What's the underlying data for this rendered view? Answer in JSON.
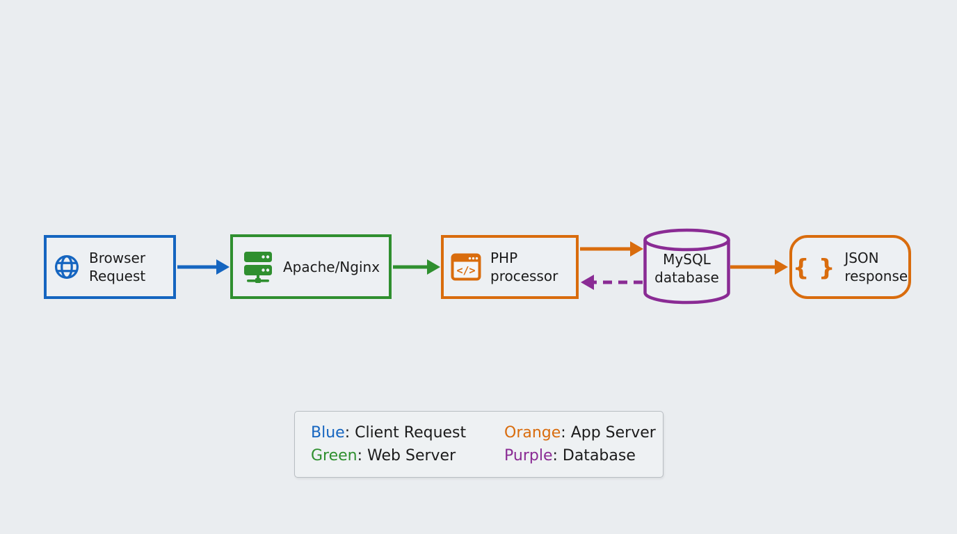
{
  "colors": {
    "blue": "#1565c0",
    "green": "#2f8f2f",
    "orange": "#d96c0d",
    "purple": "#8a2b94",
    "text": "#1b1b1b",
    "background": "#eaedf0",
    "node_fill": "#edf0f3",
    "legend_border": "#b8bdc2",
    "legend_fill": "#eef1f3"
  },
  "nodes": [
    {
      "id": "browser-request",
      "label": "Browser Request",
      "icon": "globe-icon",
      "color": "blue",
      "shape": "rectangle"
    },
    {
      "id": "apache-nginx",
      "label": "Apache/Nginx",
      "icon": "server-icon",
      "color": "green",
      "shape": "rectangle"
    },
    {
      "id": "php-processor",
      "label": "PHP processor",
      "icon": "code-window-icon",
      "color": "orange",
      "shape": "rectangle"
    },
    {
      "id": "mysql-database",
      "label": "MySQL database",
      "icon": null,
      "color": "purple",
      "shape": "cylinder"
    },
    {
      "id": "json-response",
      "label": "JSON response",
      "icon": "braces-icon",
      "icon_glyph": "{ }",
      "color": "orange",
      "shape": "rounded-rectangle"
    }
  ],
  "edges": [
    {
      "from": "browser-request",
      "to": "apache-nginx",
      "color": "blue",
      "style": "solid"
    },
    {
      "from": "apache-nginx",
      "to": "php-processor",
      "color": "green",
      "style": "solid"
    },
    {
      "from": "php-processor",
      "to": "mysql-database",
      "color": "orange",
      "style": "solid"
    },
    {
      "from": "mysql-database",
      "to": "php-processor",
      "color": "purple",
      "style": "dashed"
    },
    {
      "from": "mysql-database",
      "to": "json-response",
      "color": "orange",
      "style": "solid"
    }
  ],
  "legend": {
    "items": [
      {
        "term": "Blue",
        "text": ": Client Request",
        "color": "blue"
      },
      {
        "term": "Green",
        "text": ": Web Server",
        "color": "green"
      },
      {
        "term": "Orange",
        "text": ": App Server",
        "color": "orange"
      },
      {
        "term": "Purple",
        "text": ": Database",
        "color": "purple"
      }
    ]
  }
}
